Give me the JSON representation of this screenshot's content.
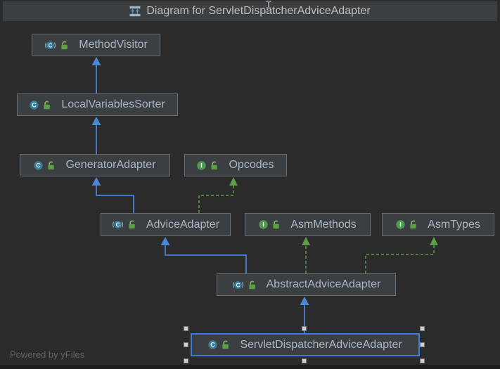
{
  "header": {
    "title": "Diagram for ServletDispatcherAdviceAdapter",
    "icon": "uml-diagram-icon"
  },
  "footer": {
    "powered_by": "Powered by yFiles"
  },
  "colors": {
    "canvas_bg": "#2b2b2b",
    "panel_bg": "#3c3f41",
    "node_border": "#6a6e72",
    "node_text": "#a9b7c6",
    "selection_border": "#3d7cd9",
    "extends_edge_blue": "#4b87d7",
    "implements_edge_green": "#5c9e47",
    "class_icon_circle": "#377d9c",
    "interface_icon_circle": "#4d9b50",
    "lock_icon_green": "#5ca045"
  },
  "icons": {
    "title": "uml-diagram-icon",
    "class": "class-icon",
    "abstract_class": "abstract-class-icon",
    "interface": "interface-icon",
    "visibility": "unlocked-icon",
    "pointer": "ibeam-cursor"
  },
  "diagram": {
    "nodes": [
      {
        "id": "MethodVisitor",
        "label": "MethodVisitor",
        "kind": "abstract-class",
        "visibility": "public",
        "selected": false
      },
      {
        "id": "LocalVariablesSorter",
        "label": "LocalVariablesSorter",
        "kind": "class",
        "visibility": "public",
        "selected": false
      },
      {
        "id": "GeneratorAdapter",
        "label": "GeneratorAdapter",
        "kind": "class",
        "visibility": "public",
        "selected": false
      },
      {
        "id": "Opcodes",
        "label": "Opcodes",
        "kind": "interface",
        "visibility": "public",
        "selected": false
      },
      {
        "id": "AdviceAdapter",
        "label": "AdviceAdapter",
        "kind": "abstract-class",
        "visibility": "public",
        "selected": false
      },
      {
        "id": "AsmMethods",
        "label": "AsmMethods",
        "kind": "interface",
        "visibility": "public",
        "selected": false
      },
      {
        "id": "AsmTypes",
        "label": "AsmTypes",
        "kind": "interface",
        "visibility": "public",
        "selected": false
      },
      {
        "id": "AbstractAdviceAdapter",
        "label": "AbstractAdviceAdapter",
        "kind": "abstract-class",
        "visibility": "public",
        "selected": false
      },
      {
        "id": "ServletDispatcherAdviceAdapter",
        "label": "ServletDispatcherAdviceAdapter",
        "kind": "class",
        "visibility": "public",
        "selected": true
      }
    ],
    "edges": [
      {
        "from": "LocalVariablesSorter",
        "to": "MethodVisitor",
        "relation": "extends",
        "style": "solid-blue"
      },
      {
        "from": "GeneratorAdapter",
        "to": "LocalVariablesSorter",
        "relation": "extends",
        "style": "solid-blue"
      },
      {
        "from": "AdviceAdapter",
        "to": "GeneratorAdapter",
        "relation": "extends",
        "style": "solid-blue"
      },
      {
        "from": "AdviceAdapter",
        "to": "Opcodes",
        "relation": "implements",
        "style": "dashed-green"
      },
      {
        "from": "AbstractAdviceAdapter",
        "to": "AdviceAdapter",
        "relation": "extends",
        "style": "solid-blue"
      },
      {
        "from": "AbstractAdviceAdapter",
        "to": "AsmMethods",
        "relation": "implements",
        "style": "dashed-green"
      },
      {
        "from": "AbstractAdviceAdapter",
        "to": "AsmTypes",
        "relation": "implements",
        "style": "dashed-green"
      },
      {
        "from": "ServletDispatcherAdviceAdapter",
        "to": "AbstractAdviceAdapter",
        "relation": "extends",
        "style": "solid-blue"
      }
    ]
  }
}
